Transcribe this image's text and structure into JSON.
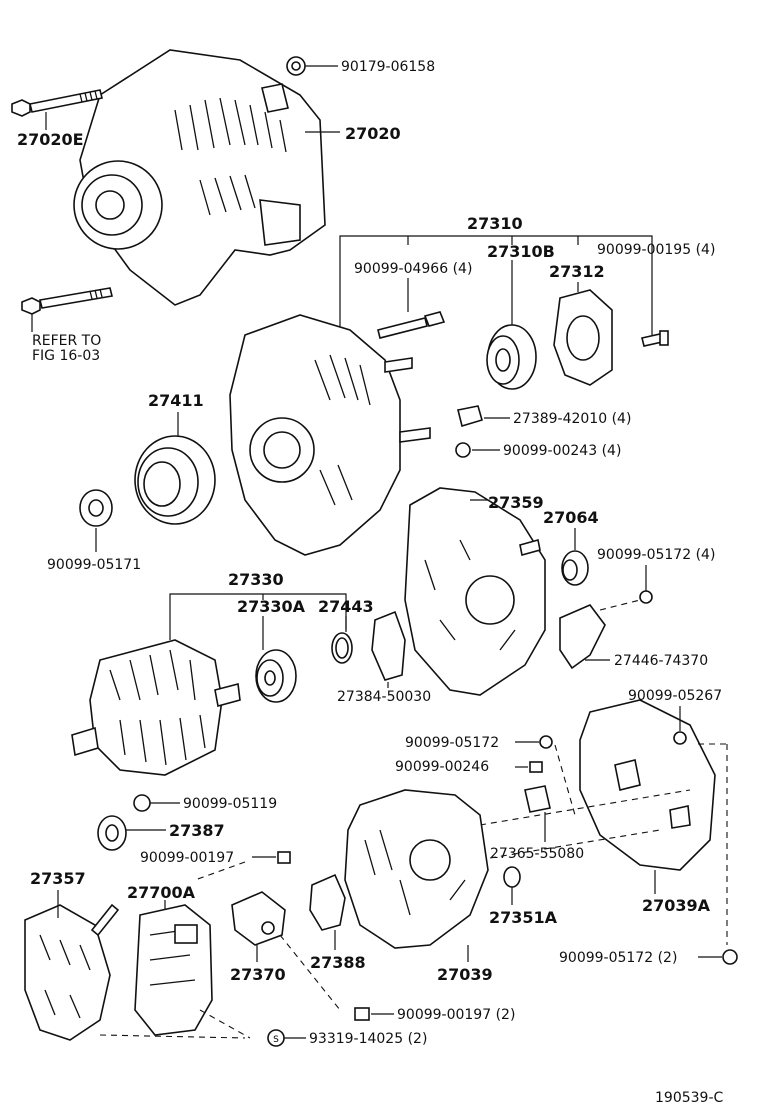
{
  "diagram": {
    "ref_number": "190539-C",
    "labels": {
      "p90179_06158": "90179-06158",
      "p27020E": "27020E",
      "p27020": "27020",
      "p27310": "27310",
      "p27310B": "27310B",
      "p90099_04966": "90099-04966 (4)",
      "p27312": "27312",
      "p90099_00195": "90099-00195 (4)",
      "refer_to": "REFER TO",
      "fig_ref": "FIG 16-03",
      "p27411": "27411",
      "p27389_42010": "27389-42010 (4)",
      "p90099_00243": "90099-00243 (4)",
      "p90099_05171": "90099-05171",
      "p27359": "27359",
      "p27064": "27064",
      "p90099_05172_4": "90099-05172 (4)",
      "p27330": "27330",
      "p27330A": "27330A",
      "p27443": "27443",
      "p27384_50030": "27384-50030",
      "p27446_74370": "27446-74370",
      "p90099_05267": "90099-05267",
      "p90099_05172": "90099-05172",
      "p90099_00246": "90099-00246",
      "p90099_05119": "90099-05119",
      "p27387": "27387",
      "p90099_00197": "90099-00197",
      "p27365_55080": "27365-55080",
      "p27357": "27357",
      "p27700A": "27700A",
      "p27351A": "27351A",
      "p27039A": "27039A",
      "p27370": "27370",
      "p27388": "27388",
      "p27039": "27039",
      "p90099_05172_2": "90099-05172 (2)",
      "p90099_00197_2": "90099-00197 (2)",
      "p93319_14025": "93319-14025 (2)"
    }
  }
}
